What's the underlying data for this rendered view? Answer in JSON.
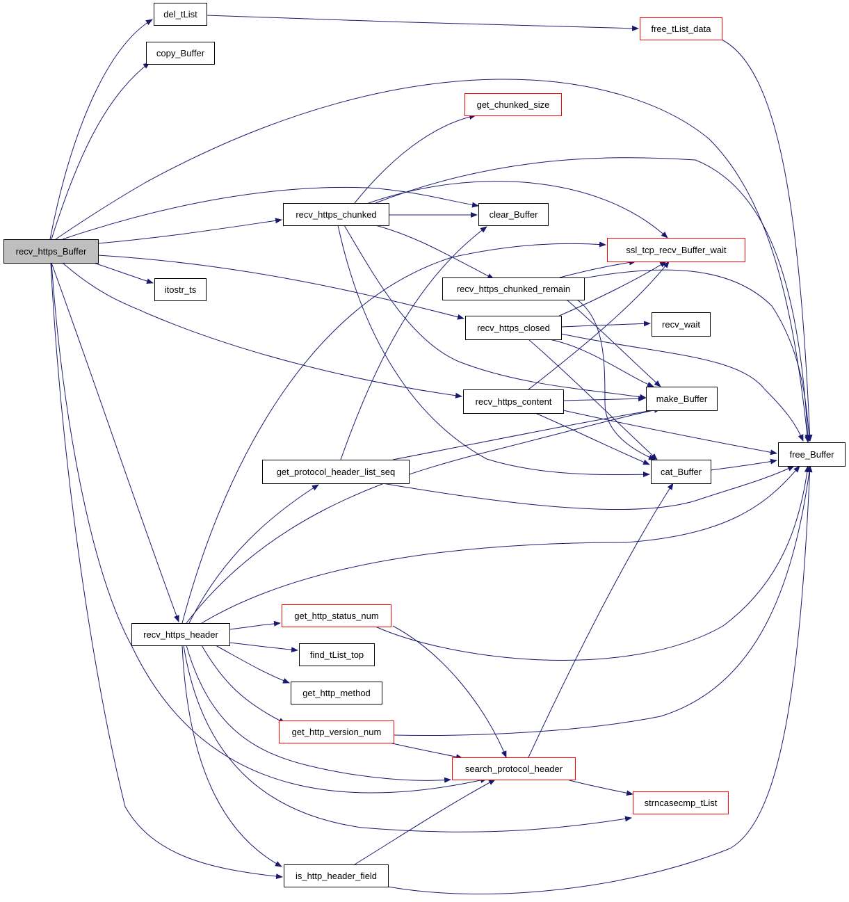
{
  "colors": {
    "edge": "#191970",
    "root_fill": "#bfbfbf",
    "node_border_default": "#000000",
    "node_border_truncated": "#ff0000",
    "node_fill": "#ffffff"
  },
  "nodes": {
    "root": {
      "label": "recv_https_Buffer",
      "state": "root"
    },
    "del_tList": {
      "label": "del_tList",
      "state": "normal"
    },
    "copy_Buffer": {
      "label": "copy_Buffer",
      "state": "normal"
    },
    "free_tList_data": {
      "label": "free_tList_data",
      "state": "truncated"
    },
    "get_chunked_size": {
      "label": "get_chunked_size",
      "state": "truncated"
    },
    "recv_https_chunked": {
      "label": "recv_https_chunked",
      "state": "normal"
    },
    "clear_Buffer": {
      "label": "clear_Buffer",
      "state": "normal"
    },
    "ssl_tcp_recv_Buffer_wait": {
      "label": "ssl_tcp_recv_Buffer_wait",
      "state": "truncated"
    },
    "itostr_ts": {
      "label": "itostr_ts",
      "state": "normal"
    },
    "recv_https_chunked_remain": {
      "label": "recv_https_chunked_remain",
      "state": "normal"
    },
    "recv_https_closed": {
      "label": "recv_https_closed",
      "state": "normal"
    },
    "recv_wait": {
      "label": "recv_wait",
      "state": "normal"
    },
    "recv_https_content": {
      "label": "recv_https_content",
      "state": "normal"
    },
    "make_Buffer": {
      "label": "make_Buffer",
      "state": "normal"
    },
    "free_Buffer": {
      "label": "free_Buffer",
      "state": "normal"
    },
    "get_protocol_header_list_seq": {
      "label": "get_protocol_header_list_seq",
      "state": "normal"
    },
    "cat_Buffer": {
      "label": "cat_Buffer",
      "state": "normal"
    },
    "recv_https_header": {
      "label": "recv_https_header",
      "state": "normal"
    },
    "get_http_status_num": {
      "label": "get_http_status_num",
      "state": "truncated"
    },
    "find_tList_top": {
      "label": "find_tList_top",
      "state": "normal"
    },
    "get_http_method": {
      "label": "get_http_method",
      "state": "normal"
    },
    "get_http_version_num": {
      "label": "get_http_version_num",
      "state": "truncated"
    },
    "search_protocol_header": {
      "label": "search_protocol_header",
      "state": "truncated"
    },
    "strncasecmp_tList": {
      "label": "strncasecmp_tList",
      "state": "truncated"
    },
    "is_http_header_field": {
      "label": "is_http_header_field",
      "state": "normal"
    }
  },
  "edges": [
    [
      "root",
      "del_tList"
    ],
    [
      "root",
      "copy_Buffer"
    ],
    [
      "root",
      "free_Buffer"
    ],
    [
      "root",
      "clear_Buffer"
    ],
    [
      "root",
      "recv_https_chunked"
    ],
    [
      "root",
      "itostr_ts"
    ],
    [
      "root",
      "recv_https_closed"
    ],
    [
      "root",
      "recv_https_content"
    ],
    [
      "root",
      "recv_https_header"
    ],
    [
      "root",
      "search_protocol_header"
    ],
    [
      "root",
      "is_http_header_field"
    ],
    [
      "del_tList",
      "free_tList_data"
    ],
    [
      "free_tList_data",
      "free_Buffer"
    ],
    [
      "recv_https_chunked",
      "get_chunked_size"
    ],
    [
      "recv_https_chunked",
      "clear_Buffer"
    ],
    [
      "recv_https_chunked",
      "ssl_tcp_recv_Buffer_wait"
    ],
    [
      "recv_https_chunked",
      "free_Buffer"
    ],
    [
      "recv_https_chunked",
      "recv_https_chunked_remain"
    ],
    [
      "recv_https_chunked",
      "make_Buffer"
    ],
    [
      "recv_https_chunked",
      "cat_Buffer"
    ],
    [
      "recv_https_chunked_remain",
      "ssl_tcp_recv_Buffer_wait"
    ],
    [
      "recv_https_chunked_remain",
      "free_Buffer"
    ],
    [
      "recv_https_chunked_remain",
      "make_Buffer"
    ],
    [
      "recv_https_chunked_remain",
      "cat_Buffer"
    ],
    [
      "recv_https_closed",
      "recv_wait"
    ],
    [
      "recv_https_closed",
      "ssl_tcp_recv_Buffer_wait"
    ],
    [
      "recv_https_closed",
      "make_Buffer"
    ],
    [
      "recv_https_closed",
      "cat_Buffer"
    ],
    [
      "recv_https_closed",
      "free_Buffer"
    ],
    [
      "recv_https_content",
      "ssl_tcp_recv_Buffer_wait"
    ],
    [
      "recv_https_content",
      "make_Buffer"
    ],
    [
      "recv_https_content",
      "cat_Buffer"
    ],
    [
      "recv_https_content",
      "free_Buffer"
    ],
    [
      "get_protocol_header_list_seq",
      "clear_Buffer"
    ],
    [
      "get_protocol_header_list_seq",
      "make_Buffer"
    ],
    [
      "get_protocol_header_list_seq",
      "free_Buffer"
    ],
    [
      "cat_Buffer",
      "free_Buffer"
    ],
    [
      "recv_https_header",
      "ssl_tcp_recv_Buffer_wait"
    ],
    [
      "recv_https_header",
      "get_protocol_header_list_seq"
    ],
    [
      "recv_https_header",
      "make_Buffer"
    ],
    [
      "recv_https_header",
      "free_Buffer"
    ],
    [
      "recv_https_header",
      "get_http_status_num"
    ],
    [
      "recv_https_header",
      "find_tList_top"
    ],
    [
      "recv_https_header",
      "get_http_method"
    ],
    [
      "recv_https_header",
      "get_http_version_num"
    ],
    [
      "recv_https_header",
      "search_protocol_header"
    ],
    [
      "recv_https_header",
      "strncasecmp_tList"
    ],
    [
      "recv_https_header",
      "is_http_header_field"
    ],
    [
      "get_http_status_num",
      "free_Buffer"
    ],
    [
      "get_http_status_num",
      "search_protocol_header"
    ],
    [
      "get_http_version_num",
      "free_Buffer"
    ],
    [
      "get_http_version_num",
      "search_protocol_header"
    ],
    [
      "search_protocol_header",
      "cat_Buffer"
    ],
    [
      "search_protocol_header",
      "strncasecmp_tList"
    ],
    [
      "is_http_header_field",
      "search_protocol_header"
    ],
    [
      "is_http_header_field",
      "free_Buffer"
    ]
  ]
}
